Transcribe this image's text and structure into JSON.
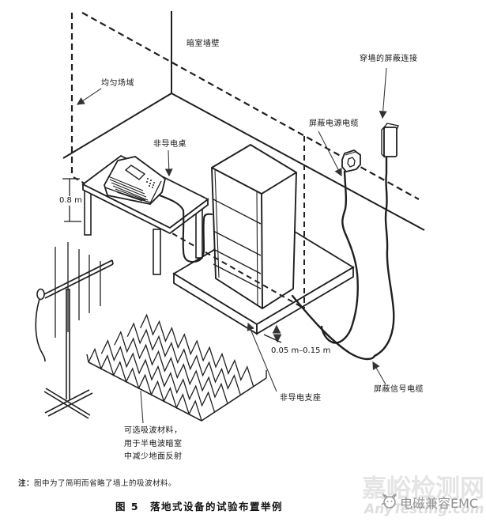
{
  "figure": {
    "caption": "图 5　落地式设备的试验布置举例",
    "note_prefix": "注：",
    "note_text": "图中为了简明而省略了墙上的吸波材料。"
  },
  "labels": {
    "chamber_wall": "暗室墙壁",
    "through_wall_shield": "穿墙的屏蔽连接",
    "uniform_field": "均匀场域",
    "nonconductive_table": "非导电桌",
    "shielded_power_cable": "屏蔽电源电缆",
    "shielded_signal_cable": "屏蔽信号电缆",
    "nonconductive_support": "非导电支座",
    "absorber_line1": "可选吸波材料，",
    "absorber_line2": "用于半电波暗室",
    "absorber_line3": "中减少地面反射"
  },
  "dimensions": {
    "table_height": "0.8 m",
    "support_gap": "0.05 m–0.15 m"
  },
  "watermark": {
    "site": "嘉峪检测网",
    "url": "AnyTesting.com",
    "brand": "电磁兼容EMC"
  },
  "colors": {
    "line": "#1f1f1f",
    "watermark_light": "#e4e4e4",
    "watermark_gray": "#8f8f8f"
  }
}
